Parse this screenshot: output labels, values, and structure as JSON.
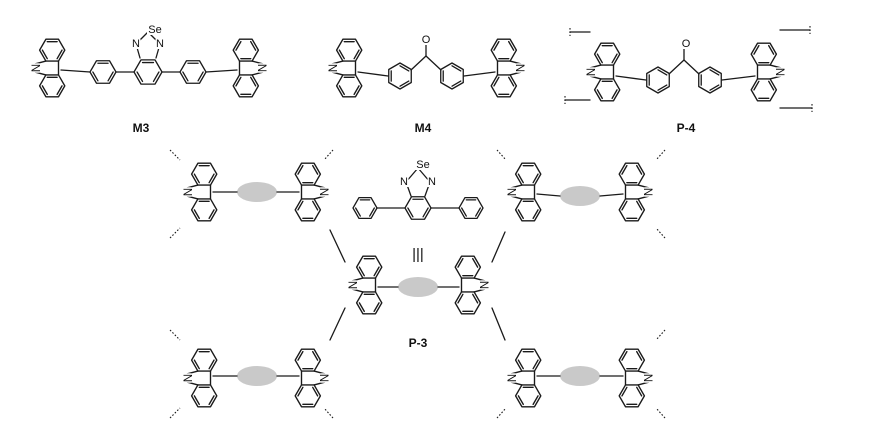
{
  "labels": {
    "m3": "M3",
    "m4": "M4",
    "p4": "P-4",
    "p3": "P-3"
  },
  "atoms": {
    "N": "N",
    "O": "O",
    "Se": "Se"
  },
  "symbols": {
    "equivalence": "|||"
  },
  "colors": {
    "line": "#1a1a1a",
    "core_ellipse": "#c9c9c9"
  }
}
